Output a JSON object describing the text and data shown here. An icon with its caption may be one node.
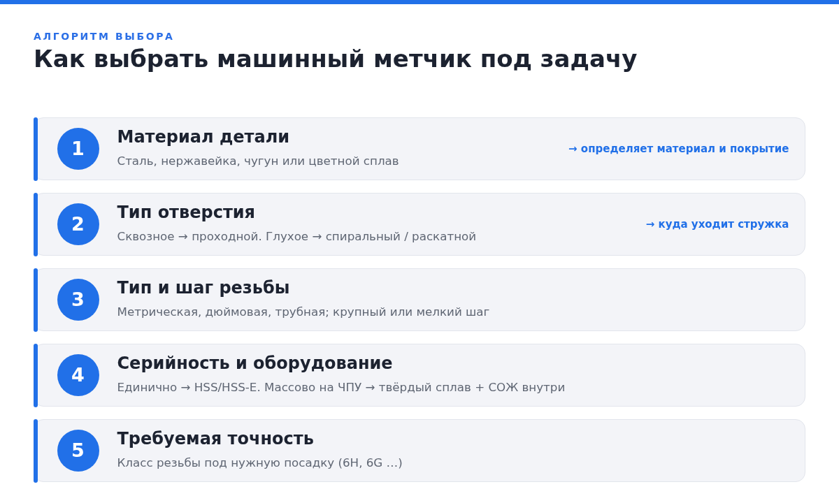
{
  "diagram": {
    "title": "Как выбрать машинный метчик под задачу",
    "nodes": [
      {
        "text": [
          "Материал детали",
          "Сталь, нержавейка, чугун или цветной сплав",
          "→ определяет материал и покрытие"
        ]
      },
      {
        "text": [
          "1"
        ],
        "in": 0
      },
      {
        "text": [
          "Тип отверстия",
          "Сквозное → проходной. Глухое → спиральный / раскатной",
          "→ куда уходит стружка"
        ]
      },
      {
        "text": [
          "2"
        ],
        "in": 2
      },
      {
        "text": [
          "Тип и шаг резьбы",
          "Метрическая, дюймовая, трубная; крупный или мелкий шаг"
        ]
      },
      {
        "text": [
          "3"
        ],
        "in": 4
      },
      {
        "text": [
          "Серийность и оборудование",
          "Единично → HSS/HSS-E. Массово на ЧПУ → твёрдый сплав + СОЖ внутри"
        ]
      },
      {
        "text": [
          "4"
        ],
        "in": 6
      },
      {
        "text": [
          "Требуемая точность",
          "Класс резьбы под нужную посадку (6H, 6G …)"
        ]
      },
      {
        "text": [
          "5"
        ],
        "in": 8
      }
    ],
    "labels": [
      "АЛГОРИТМ ВЫБОРА"
    ]
  }
}
